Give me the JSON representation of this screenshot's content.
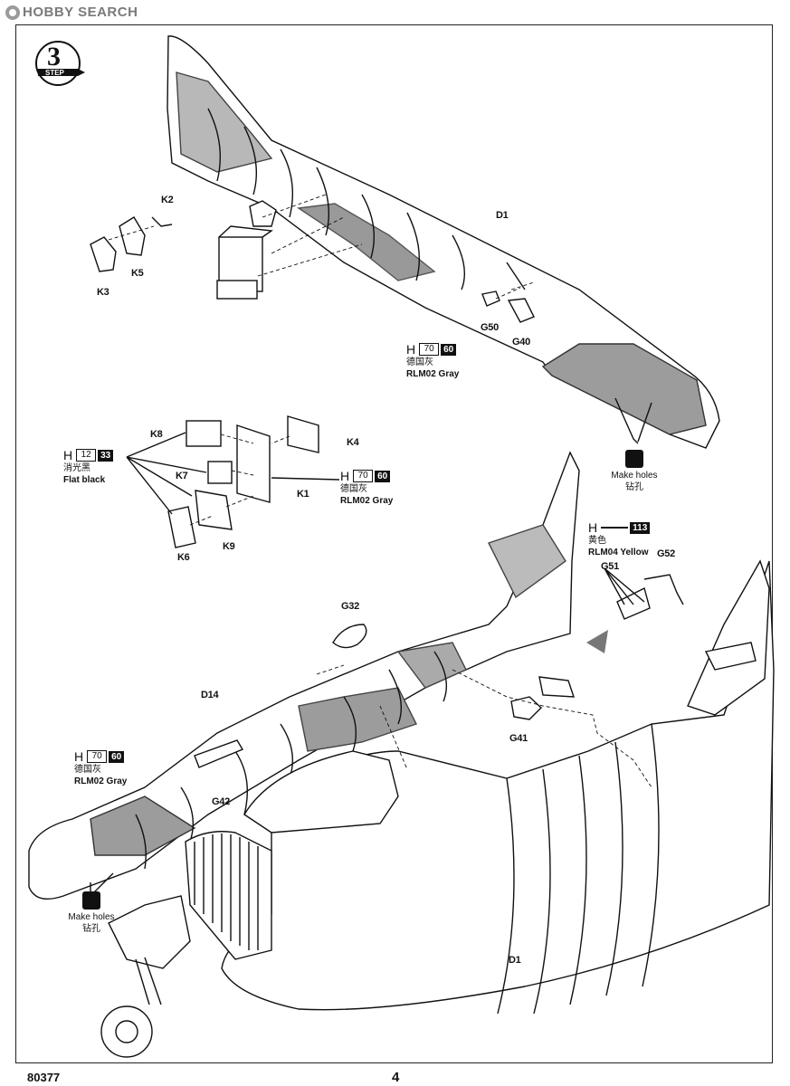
{
  "watermark": "HOBBY SEARCH",
  "step": {
    "word": "STEP",
    "number": "3"
  },
  "color_callouts": [
    {
      "prefix": "H",
      "box": "70",
      "black": "60",
      "cn": "德国灰",
      "en": "RLM02 Gray"
    },
    {
      "prefix": "H",
      "box": "12",
      "black": "33",
      "cn": "消光黑",
      "en": "Flat black"
    },
    {
      "prefix": "H",
      "box": "70",
      "black": "60",
      "cn": "德国灰",
      "en": "RLM02 Gray"
    },
    {
      "prefix": "H",
      "box": "",
      "black": "113",
      "cn": "黄色",
      "en": "RLM04 Yellow"
    },
    {
      "prefix": "H",
      "box": "70",
      "black": "60",
      "cn": "德国灰",
      "en": "RLM02 Gray"
    }
  ],
  "make_holes": {
    "en": "Make holes",
    "cn": "钻孔"
  },
  "parts": {
    "k2": "K2",
    "k5": "K5",
    "k3": "K3",
    "d1_top": "D1",
    "g50": "G50",
    "g40": "G40",
    "k8": "K8",
    "k4": "K4",
    "k7": "K7",
    "k1": "K1",
    "k6": "K6",
    "k9": "K9",
    "g51": "G51",
    "g52": "G52",
    "g32": "G32",
    "g41": "G41",
    "d14": "D14",
    "g42": "G42",
    "d1_bottom": "D1"
  },
  "footer": {
    "code": "80377",
    "page": "4"
  }
}
